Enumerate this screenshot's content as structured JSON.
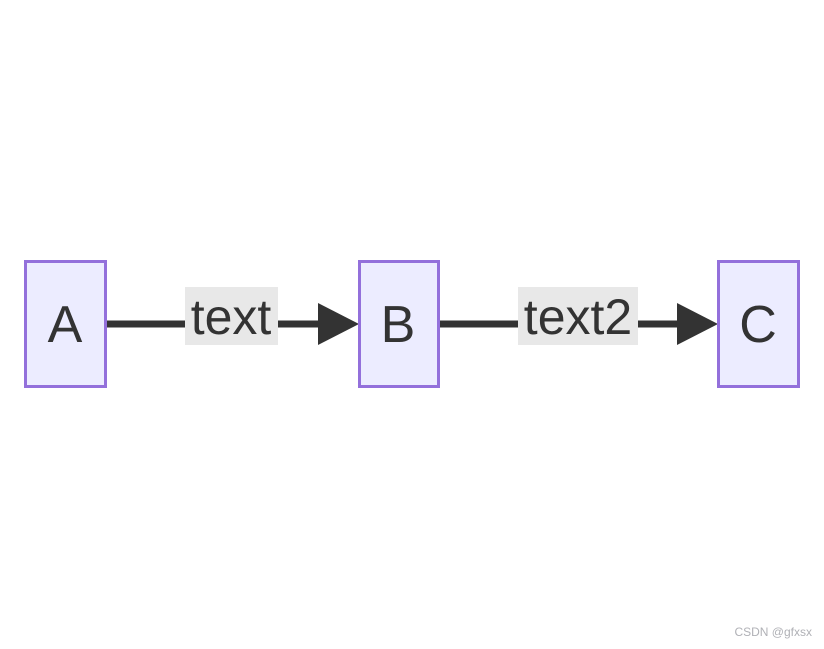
{
  "diagram": {
    "type": "flowchart-LR",
    "nodes": [
      {
        "id": "A",
        "label": "A"
      },
      {
        "id": "B",
        "label": "B"
      },
      {
        "id": "C",
        "label": "C"
      }
    ],
    "edges": [
      {
        "from": "A",
        "to": "B",
        "label": "text"
      },
      {
        "from": "B",
        "to": "C",
        "label": "text2"
      }
    ]
  },
  "colors": {
    "background": "#ffffff",
    "node_fill": "#ECECFF",
    "node_border": "#9370DB",
    "edge_line": "#333333",
    "edge_label_bg": "#e8e8e8",
    "text": "#333333",
    "watermark": "#b0b1b6"
  },
  "watermark": {
    "text": "CSDN @gfxsx"
  }
}
